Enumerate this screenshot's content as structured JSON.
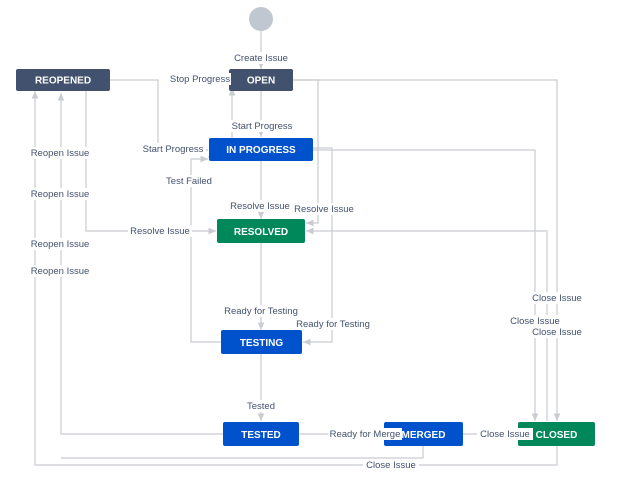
{
  "colors": {
    "reopened": "#42526e",
    "open": "#42526e",
    "in_progress": "#0052cc",
    "resolved": "#00875a",
    "testing": "#0052cc",
    "tested": "#0052cc",
    "merged": "#0052cc",
    "closed": "#00875a",
    "start": "#c1c7d0",
    "edge": "#c9ccd1"
  },
  "nodes": {
    "reopened": "REOPENED",
    "open": "OPEN",
    "in_progress": "IN PROGRESS",
    "resolved": "RESOLVED",
    "testing": "TESTING",
    "tested": "TESTED",
    "merged": "MERGED",
    "closed": "CLOSED"
  },
  "transitions": {
    "create_issue": "Create Issue",
    "stop_progress": "Stop Progress",
    "start_progress_down": "Start Progress",
    "start_progress_left": "Start Progress",
    "reopen_issue_1": "Reopen Issue",
    "reopen_issue_2": "Reopen Issue",
    "reopen_issue_3": "Reopen Issue",
    "reopen_issue_4": "Reopen Issue",
    "test_failed": "Test Failed",
    "resolve_issue_1": "Resolve Issue",
    "resolve_issue_2": "Resolve Issue",
    "resolve_issue_left": "Resolve Issue",
    "ready_for_testing_1": "Ready for Testing",
    "ready_for_testing_2": "Ready for Testing",
    "tested": "Tested",
    "ready_for_merge": "Ready for Merge",
    "close_issue_merged": "Close Issue",
    "close_issue_1": "Close Issue",
    "close_issue_2": "Close Issue",
    "close_issue_3": "Close Issue",
    "close_issue_bottom": "Close Issue"
  }
}
